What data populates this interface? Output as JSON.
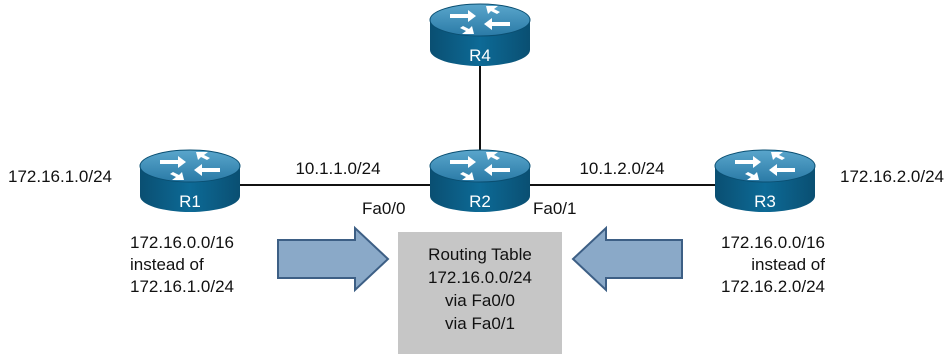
{
  "routers": [
    {
      "id": "r4",
      "name": "R4"
    },
    {
      "id": "r1",
      "name": "R1"
    },
    {
      "id": "r2",
      "name": "R2"
    },
    {
      "id": "r3",
      "name": "R3"
    }
  ],
  "networks": {
    "r1_lan": "172.16.1.0/24",
    "r3_lan": "172.16.2.0/24",
    "r1_r2_link": "10.1.1.0/24",
    "r2_r3_link": "10.1.2.0/24"
  },
  "interfaces": {
    "r2_left": "Fa0/0",
    "r2_right": "Fa0/1"
  },
  "left_note": [
    "172.16.0.0/16",
    "instead of",
    "172.16.1.0/24"
  ],
  "right_note": [
    "172.16.0.0/16",
    "instead of",
    "172.16.2.0/24"
  ],
  "routing_table": {
    "title": "Routing Table",
    "route": "172.16.0.0/24",
    "via_1": "via Fa0/0",
    "via_2": "via Fa0/1"
  },
  "colors": {
    "router_body": "#0b6189",
    "router_top": "#3b8fb8",
    "arrow_fill": "#8aa9c8",
    "arrow_stroke": "#3d5f85",
    "table_bg": "#c6c6c6",
    "link": "#111111"
  }
}
